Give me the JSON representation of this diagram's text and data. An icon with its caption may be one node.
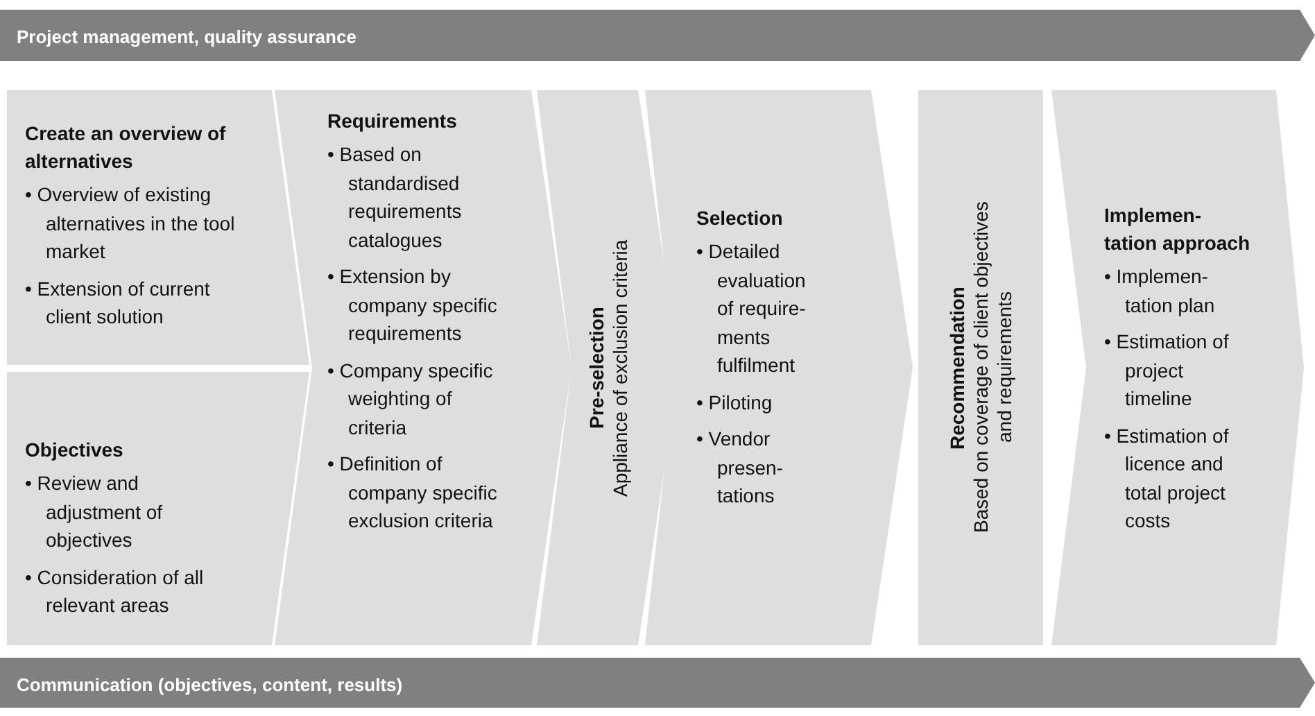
{
  "diagram": {
    "nodes": [
      {
        "text": [
          "Project management, quality assurance"
        ]
      },
      {
        "text": [
          "Create an overview of alternatives",
          "• Overview of existing alternatives in the tool market",
          "• Extension of current client solution"
        ]
      },
      {
        "text": [
          "Objectives",
          "• Review and adjustment of objectives",
          "• Consideration of all relevant areas"
        ]
      },
      {
        "text": [
          "Requirements",
          "• Based on standardised requirements catalogues",
          "• Extension by company specific requirements",
          "• Company specific weighting of criteria",
          "• Definition of company specific exclusion criteria"
        ]
      },
      {
        "text": [
          "Pre-selection",
          "Appliance of exclusion criteria"
        ]
      },
      {
        "text": [
          "Selection",
          "• Detailed evaluation of require-ments fulfilment",
          "• Piloting",
          "• Vendor presen-tations"
        ]
      },
      {
        "text": [
          "Recommendation",
          "Based on coverage of client objectives and requirements"
        ]
      },
      {
        "text": [
          "Implemen-tation approach",
          "• Implemen-tation plan",
          "• Estimation of project timeline",
          "• Estimation of licence and total project costs"
        ]
      },
      {
        "text": [
          "Communication (objectives, content, results)"
        ]
      }
    ]
  }
}
